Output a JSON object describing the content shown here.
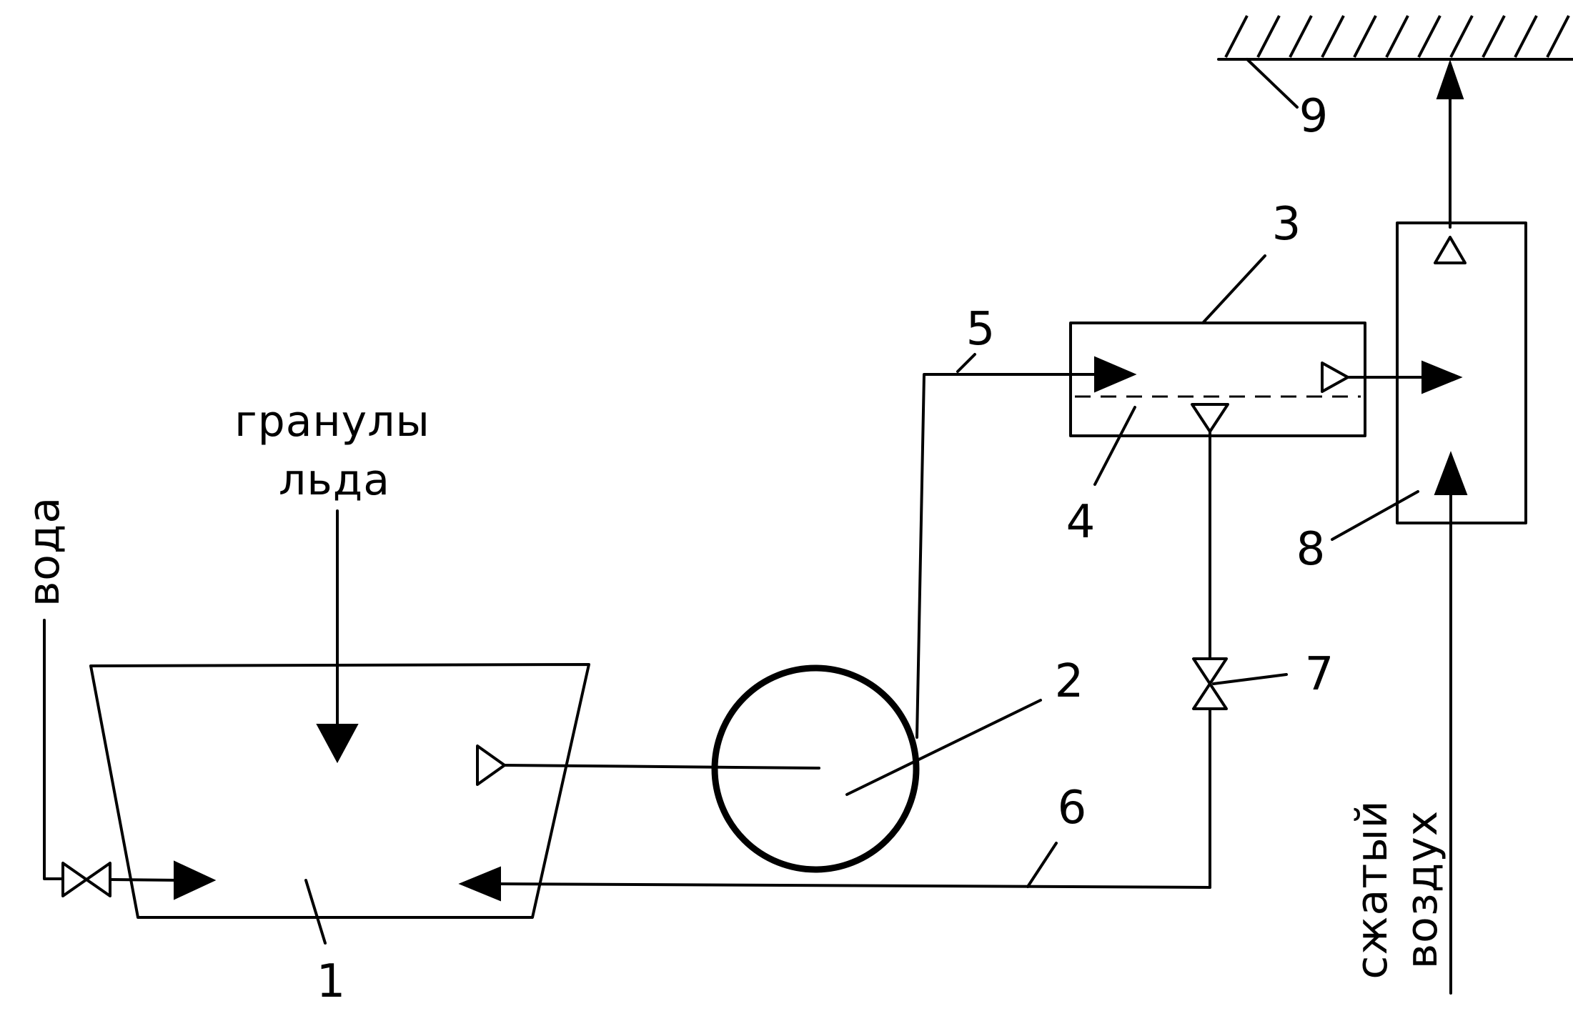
{
  "labels": {
    "vessel": "1",
    "pump": "2",
    "separator": "3",
    "filter": "4",
    "supply_line": "5",
    "return_line": "6",
    "valve": "7",
    "mixer": "8",
    "surface": "9"
  },
  "text": {
    "water": "вода",
    "ice_granules_line1": "гранулы",
    "ice_granules_line2": "льда",
    "compressed_air_line1": "сжатый",
    "compressed_air_line2": "воздух"
  }
}
